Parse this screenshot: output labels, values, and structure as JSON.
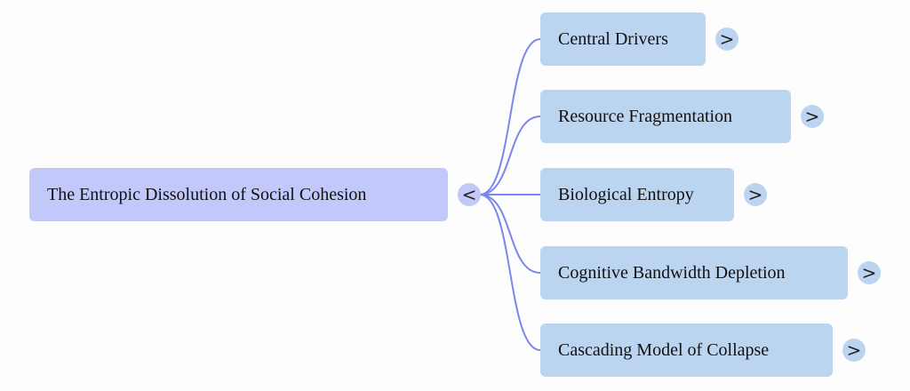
{
  "root": {
    "label": "The Entropic Dissolution of Social Cohesion",
    "toggle": "<"
  },
  "branches": [
    {
      "label": "Central Drivers",
      "toggle": ">"
    },
    {
      "label": "Resource Fragmentation",
      "toggle": ">"
    },
    {
      "label": "Biological Entropy",
      "toggle": ">"
    },
    {
      "label": "Cognitive Bandwidth Depletion",
      "toggle": ">"
    },
    {
      "label": "Cascading Model of Collapse",
      "toggle": ">"
    }
  ],
  "colors": {
    "root_fill": "#c3c8fb",
    "branch_fill": "#bbd4ef",
    "edge": "#7b86ee"
  }
}
